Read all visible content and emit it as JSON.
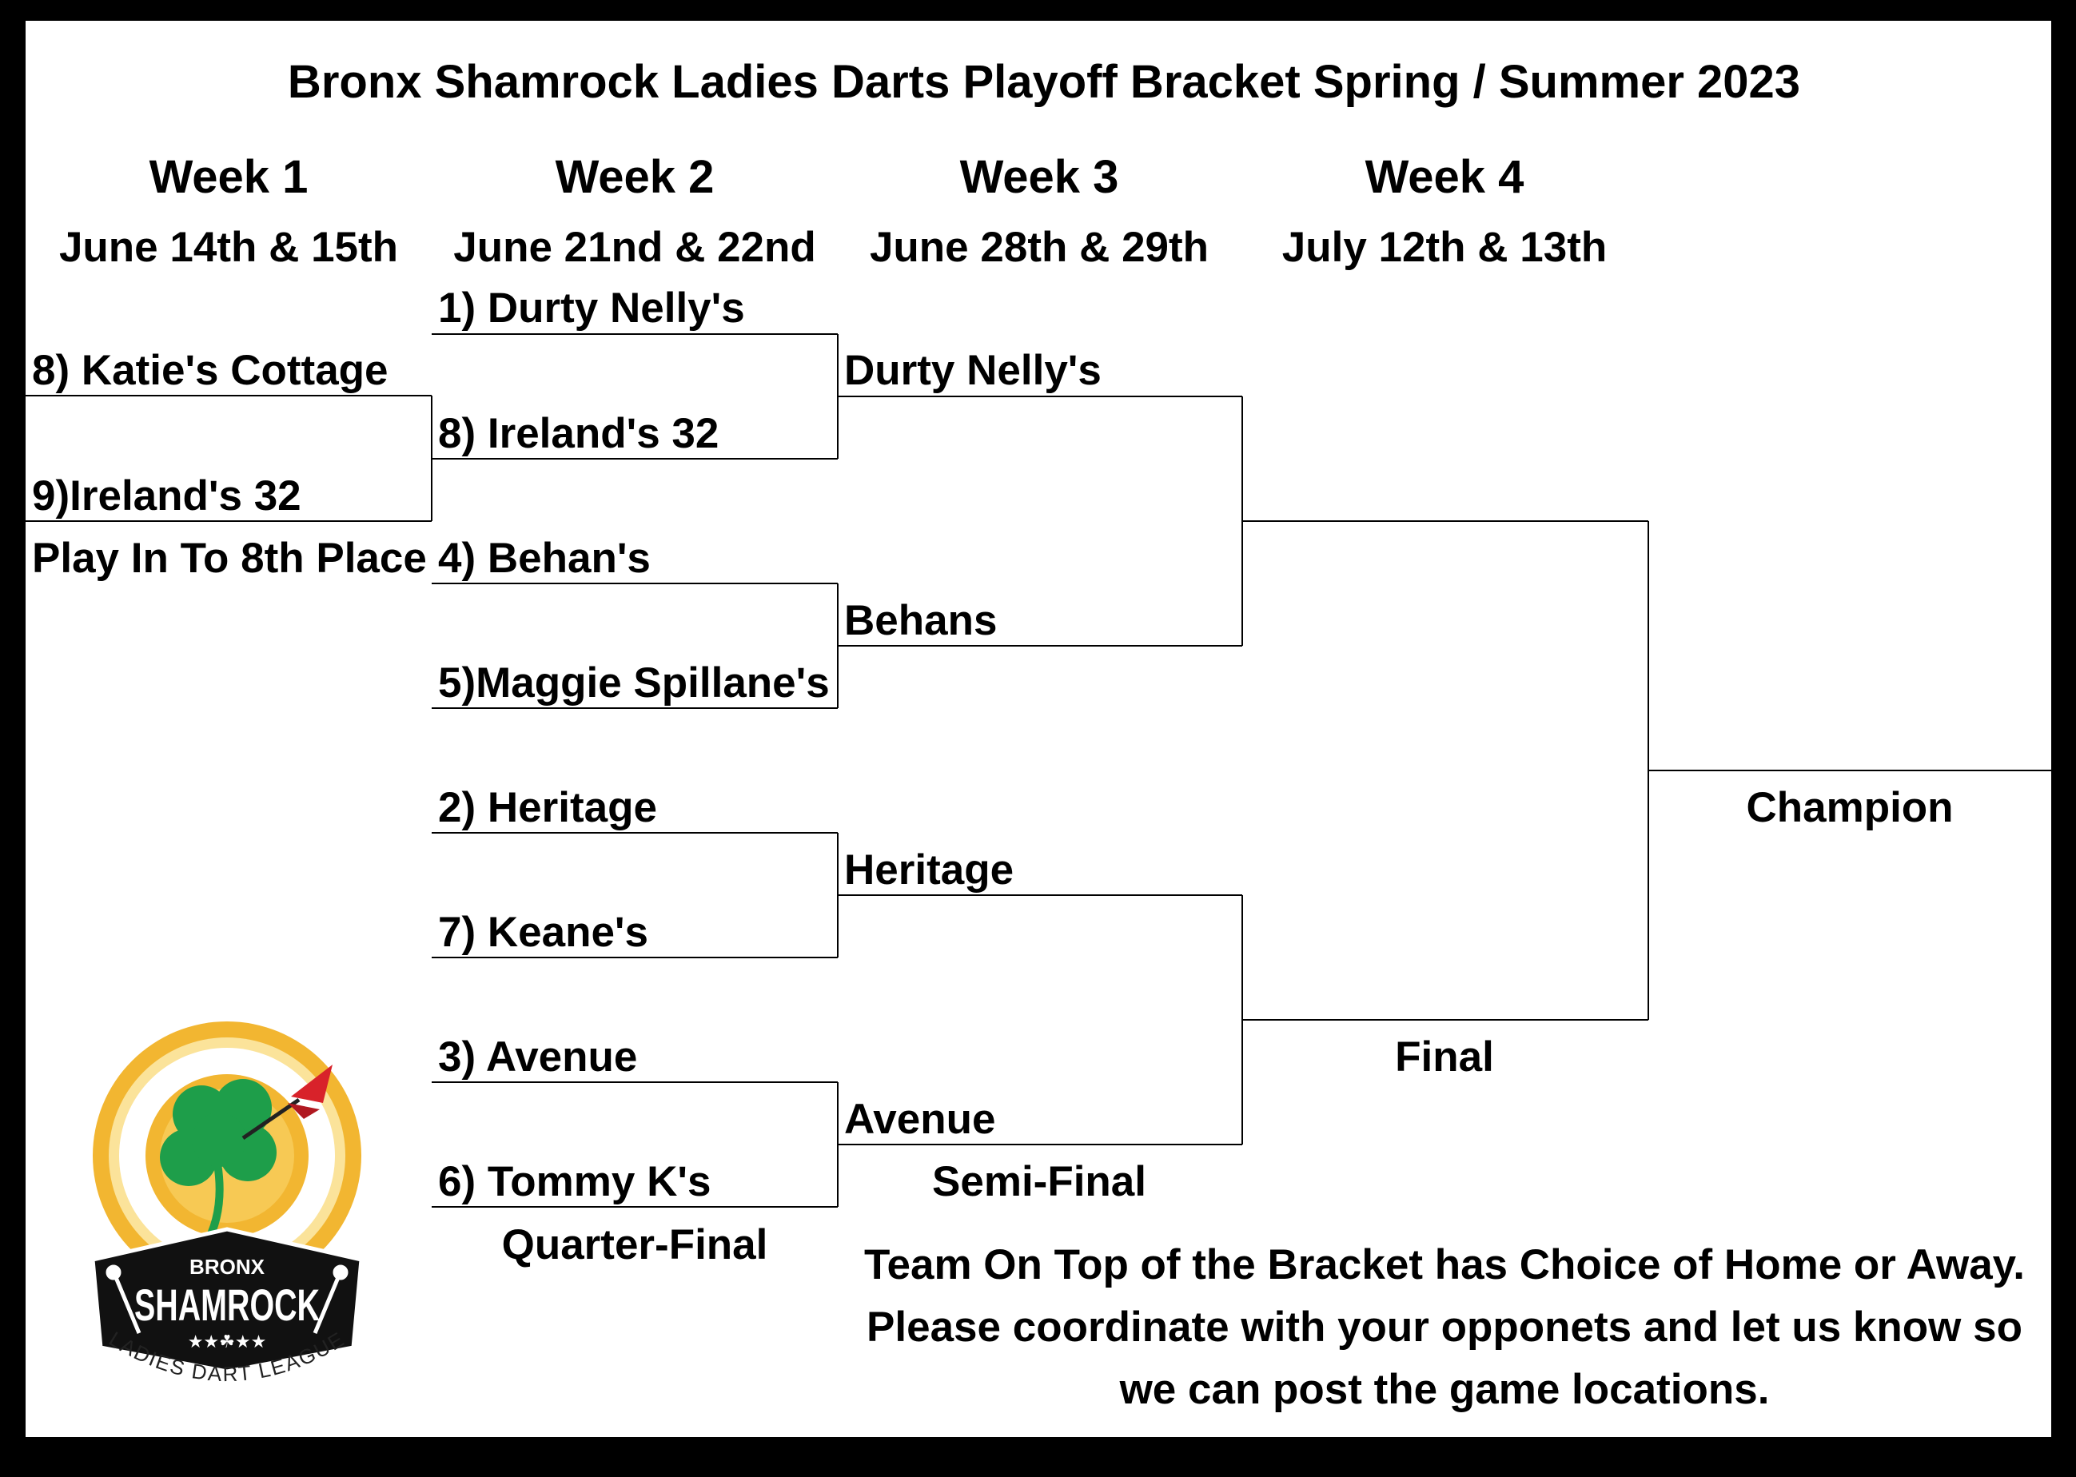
{
  "title": "Bronx Shamrock Ladies Darts Playoff Bracket Spring / Summer 2023",
  "weeks": [
    {
      "label": "Week 1",
      "dates": "June 14th & 15th"
    },
    {
      "label": "Week 2",
      "dates": "June 21nd & 22nd"
    },
    {
      "label": "Week 3",
      "dates": "June 28th & 29th"
    },
    {
      "label": "Week 4",
      "dates": "July 12th & 13th"
    }
  ],
  "play_in": {
    "teams": [
      "8) Katie's Cottage",
      "9)Ireland's 32"
    ],
    "label": "Play In To 8th Place"
  },
  "quarter_final": {
    "teams": [
      "1) Durty Nelly's",
      "8) Ireland's 32",
      "4) Behan's",
      "5)Maggie Spillane's",
      "2) Heritage",
      "7) Keane's",
      "3) Avenue",
      "6) Tommy K's"
    ],
    "label": "Quarter-Final"
  },
  "semi_final": {
    "teams": [
      "Durty Nelly's",
      "Behans",
      "Heritage",
      "Avenue"
    ],
    "label": "Semi-Final"
  },
  "final": {
    "label": "Final"
  },
  "champion": {
    "label": "Champion"
  },
  "notes": [
    "Team On Top of the Bracket has Choice of Home or Away.",
    "Please coordinate with your opponets and let us know so",
    "we can post the game locations."
  ],
  "logo": {
    "top_text": "BRONX",
    "main_text": "SHAMROCK",
    "stars": "★★☘★★",
    "arc_text": "LADIES DART LEAGUE",
    "icons": [
      "shamrock-icon",
      "dart-icon"
    ],
    "colors": {
      "ring": "#F2B631",
      "green": "#1E9E4A",
      "badge": "#111111",
      "dart": "#D8222A"
    }
  }
}
